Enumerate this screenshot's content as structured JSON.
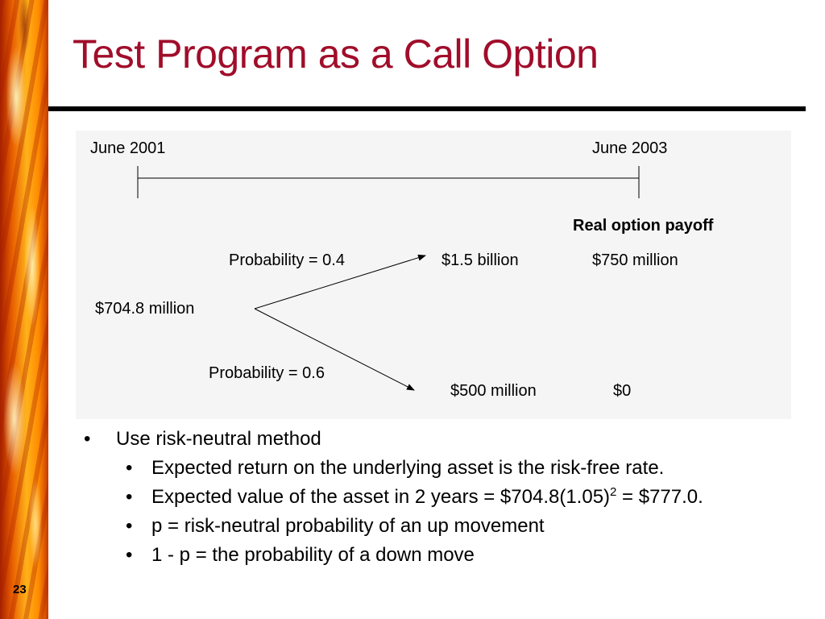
{
  "slide": {
    "title": "Test Program as a Call Option",
    "number": "23"
  },
  "diagram": {
    "start_date": "June 2001",
    "end_date": "June 2003",
    "payoff_header": "Real option payoff",
    "current_value": "$704.8 million",
    "up": {
      "probability": "Probability = 0.4",
      "asset_value": "$1.5 billion",
      "payoff": "$750 million"
    },
    "down": {
      "probability": "Probability = 0.6",
      "asset_value": "$500 million",
      "payoff": "$0"
    }
  },
  "bullets": {
    "main": "Use risk-neutral method",
    "sub": [
      {
        "text": "Expected return on the underlying asset is the risk-free rate."
      },
      {
        "text": "Expected value of the asset in 2 years = $704.8(1.05)",
        "superscript": "2",
        "text_after": " = $777.0."
      },
      {
        "text": "p = risk-neutral probability of an up movement"
      },
      {
        "text": "1 - p = the probability of a down move"
      }
    ]
  },
  "colors": {
    "title": "#a00d2a",
    "panel": "#f5f5f5",
    "rule": "#000000"
  }
}
